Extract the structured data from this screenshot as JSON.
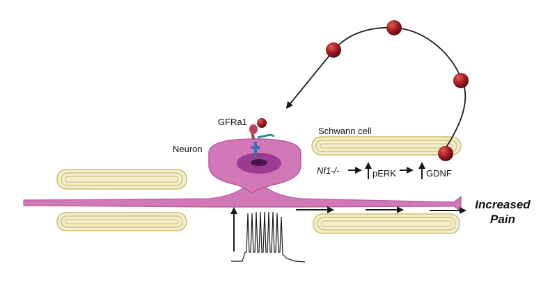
{
  "labels": {
    "gfra1": "GFRa1",
    "neuron": "Neuron",
    "schwann_cell": "Schwann cell",
    "nf1": "Nf1-/-",
    "perk": "pERK",
    "gdnf": "GDNF",
    "outcome_line1": "Increased",
    "outcome_line2": "Pain"
  },
  "colors": {
    "neuron": "#d277b8",
    "neuron_outline": "#b45a9d",
    "nucleus": "#9a3c92",
    "nucleolus": "#4a1450",
    "myelin": "#e9e0a6",
    "myelin_stroke": "#c9bd6a",
    "gdnf_particle": "#a61e22",
    "receptor_teal": "#2a8a9c",
    "receptor_blue": "#3b6fb6"
  },
  "icons": [
    "gdnf-particle",
    "gfra1-receptor",
    "up-arrow",
    "right-arrow",
    "action-potential-trace"
  ]
}
